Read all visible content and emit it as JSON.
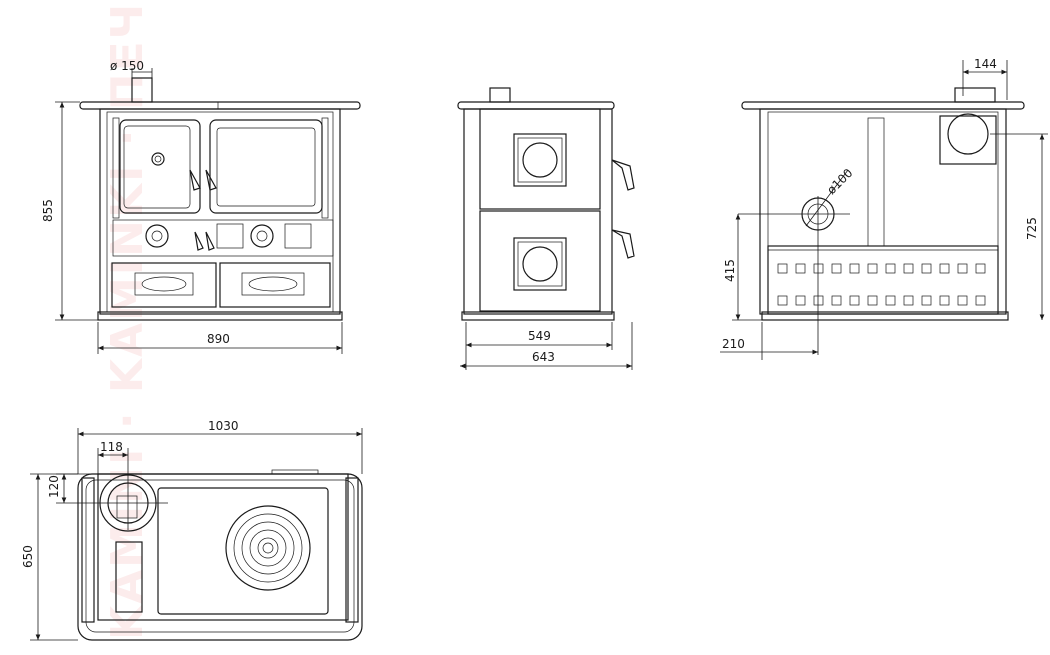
{
  "watermark": "KAMINI · KAMINKI · ПЕЧИ",
  "dimensions": {
    "flue_diameter_front": "ø 150",
    "height": "855",
    "width_front": "890",
    "depth_inner": "549",
    "depth_total": "643",
    "rear_offset": "144",
    "secondary_diameter": "ø100",
    "height_to_flue_rear": "725",
    "height_to_secondary": "415",
    "offset_secondary": "210",
    "width_top": "1030",
    "flue_offset_x": "118",
    "flue_offset_y": "120",
    "depth_top": "650"
  }
}
